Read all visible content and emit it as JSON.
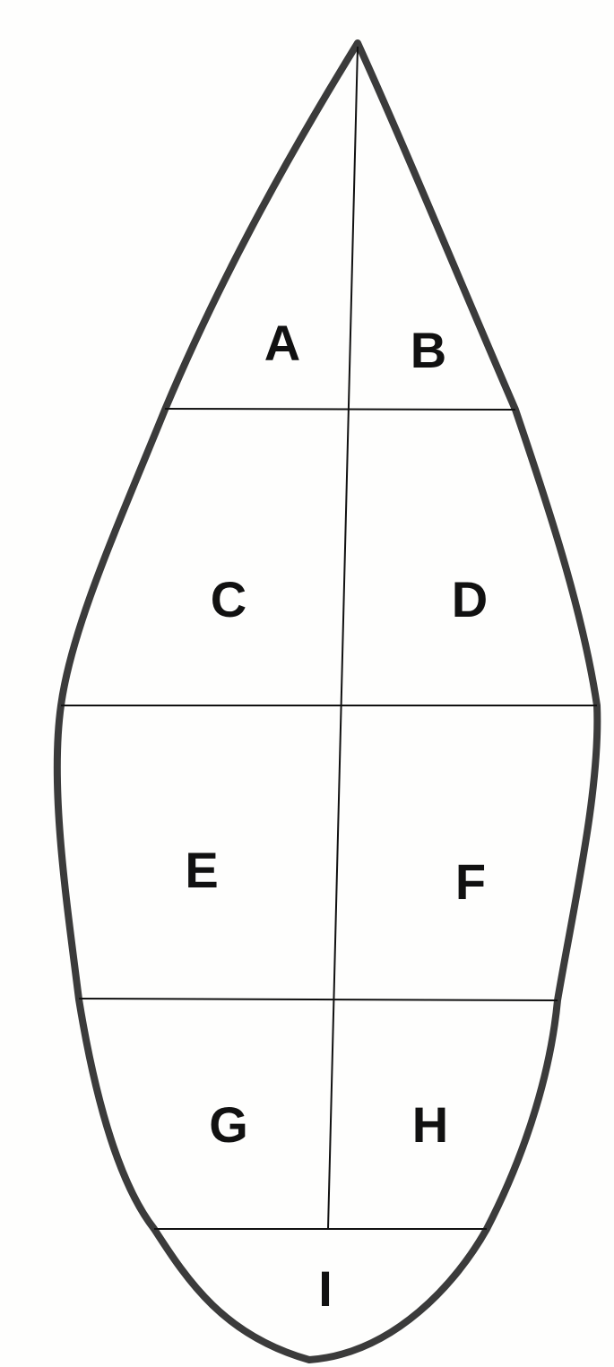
{
  "diagram": {
    "regions": [
      {
        "id": "A",
        "label": "A"
      },
      {
        "id": "B",
        "label": "B"
      },
      {
        "id": "C",
        "label": "C"
      },
      {
        "id": "D",
        "label": "D"
      },
      {
        "id": "E",
        "label": "E"
      },
      {
        "id": "F",
        "label": "F"
      },
      {
        "id": "G",
        "label": "G"
      },
      {
        "id": "H",
        "label": "H"
      },
      {
        "id": "I",
        "label": "I"
      }
    ],
    "colors": {
      "outline": "#3b3b3b",
      "lines": "#111111",
      "background": "#fefefd"
    }
  }
}
